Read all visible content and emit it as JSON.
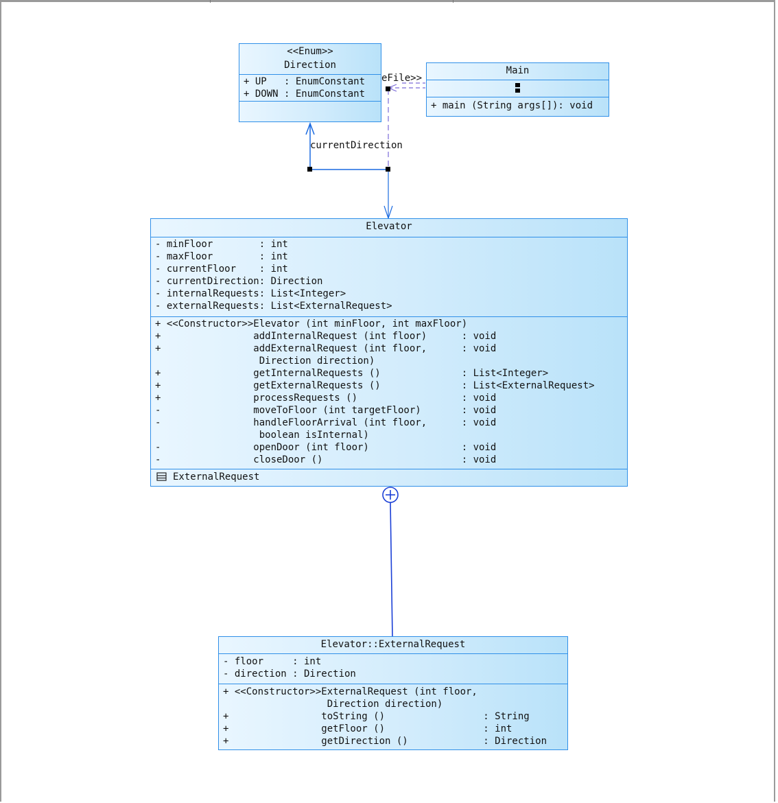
{
  "direction_class": {
    "stereotype": "<<Enum>>",
    "name": "Direction",
    "attributes": [
      "+ UP   : EnumConstant",
      "+ DOWN : EnumConstant"
    ]
  },
  "main_class": {
    "name": "Main",
    "methods": [
      "+ main (String args[]): void"
    ]
  },
  "relation_labels": {
    "current_direction": "currentDirection",
    "use_file": "eFile>>"
  },
  "elevator_class": {
    "name": "Elevator",
    "attributes": [
      "- minFloor        : int",
      "- maxFloor        : int",
      "- currentFloor    : int",
      "- currentDirection: Direction",
      "- internalRequests: List<Integer>",
      "- externalRequests: List<ExternalRequest>"
    ],
    "methods": [
      "+ <<Constructor>>Elevator (int minFloor, int maxFloor)",
      "+                addInternalRequest (int floor)      : void",
      "+                addExternalRequest (int floor,      : void",
      "                  Direction direction)",
      "+                getInternalRequests ()              : List<Integer>",
      "+                getExternalRequests ()              : List<ExternalRequest>",
      "+                processRequests ()                  : void",
      "-                moveToFloor (int targetFloor)       : void",
      "-                handleFloorArrival (int floor,      : void",
      "                  boolean isInternal)",
      "-                openDoor (int floor)                : void",
      "-                closeDoor ()                        : void"
    ],
    "nested": "ExternalRequest"
  },
  "external_request_class": {
    "name": "Elevator::ExternalRequest",
    "attributes": [
      "- floor     : int",
      "- direction : Direction"
    ],
    "methods": [
      "+ <<Constructor>>ExternalRequest (int floor,",
      "                  Direction direction)",
      "+                toString ()                 : String",
      "+                getFloor ()                 : int",
      "+                getDirection ()             : Direction"
    ]
  },
  "colors": {
    "border": "#2f8fe8",
    "fill_light": "#e9f6ff",
    "fill_dark": "#b9e2f9",
    "line": "#1a3fd6"
  }
}
